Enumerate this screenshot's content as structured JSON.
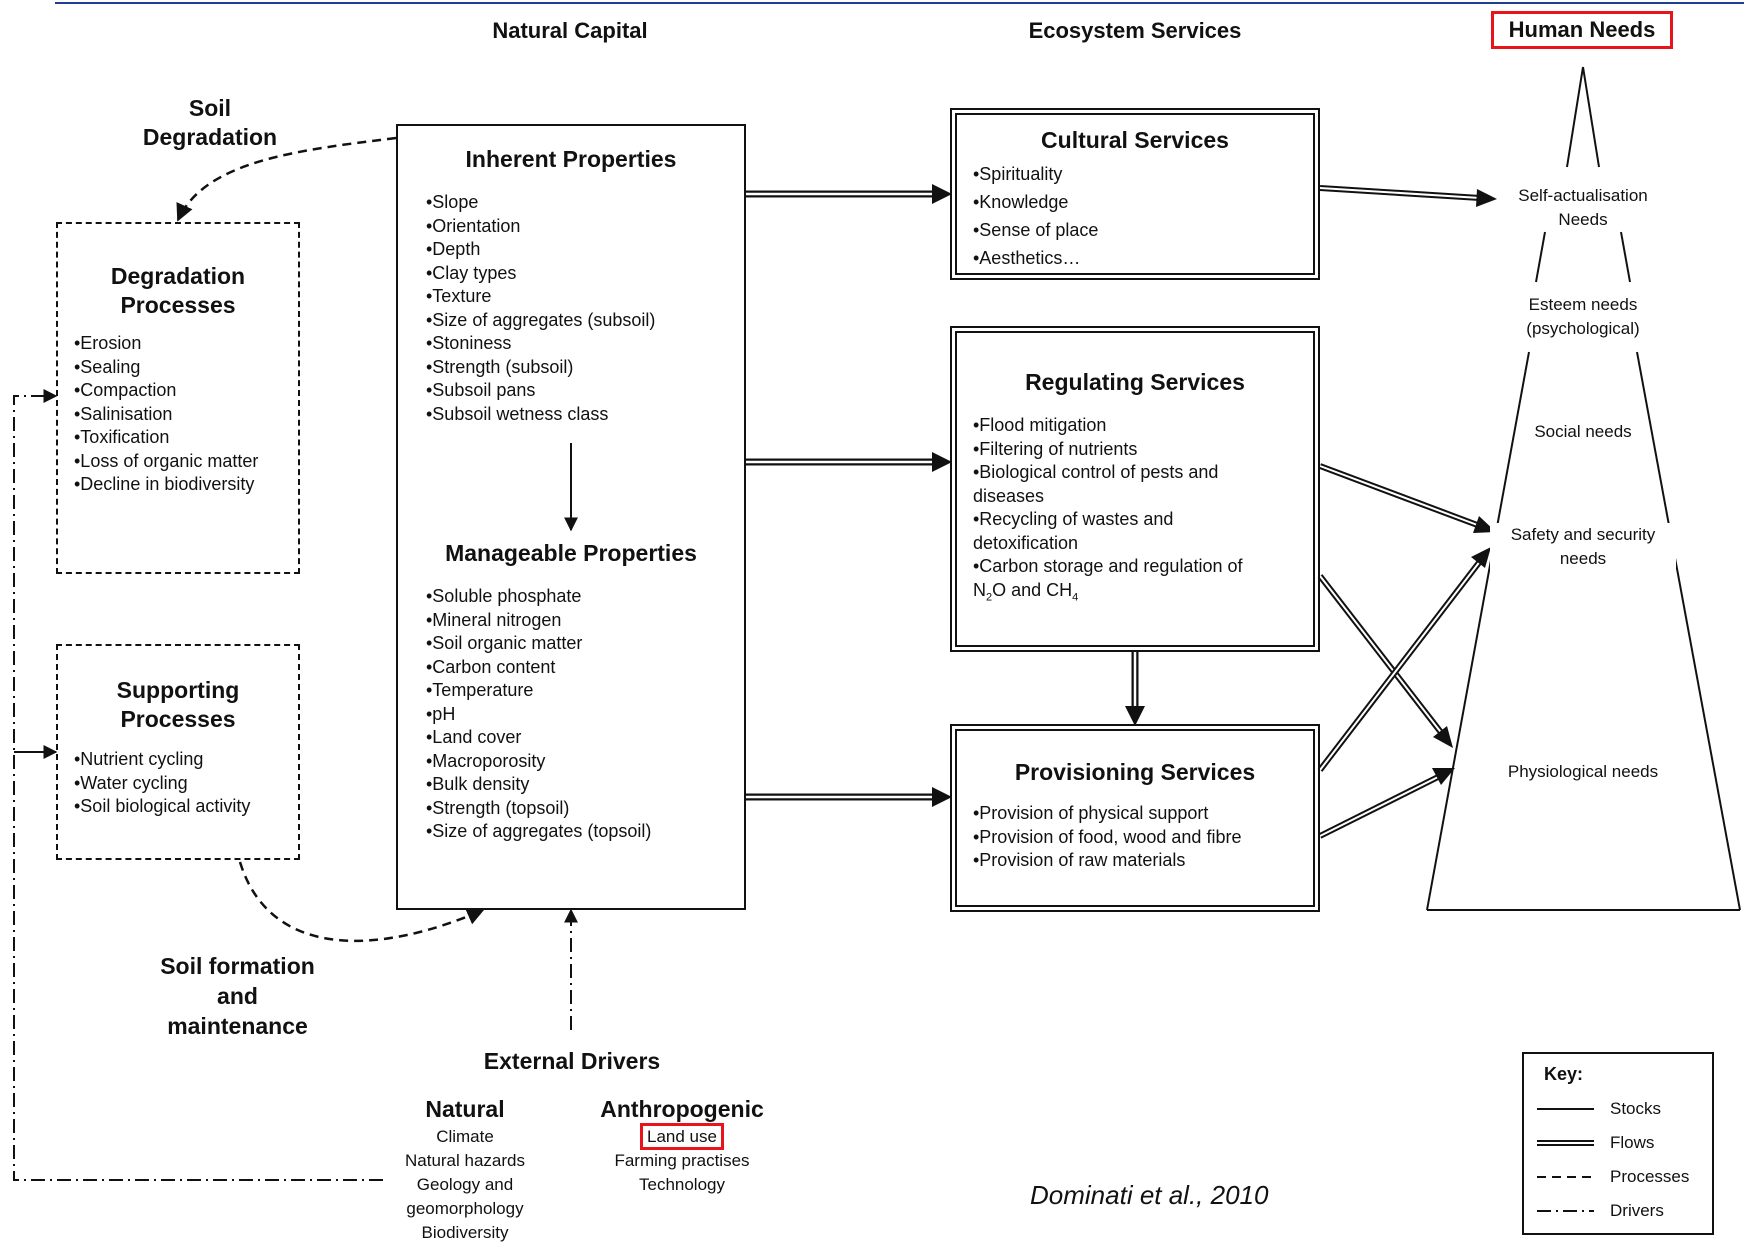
{
  "header": {
    "natural_capital": "Natural Capital",
    "ecosystem_services": "Ecosystem Services",
    "human_needs": "Human Needs"
  },
  "soil_degradation": "Soil\nDegradation",
  "soil_formation": "Soil formation\nand\nmaintenance",
  "degradation_processes": {
    "title": "Degradation\nProcesses",
    "items": [
      "•Erosion",
      "•Sealing",
      "•Compaction",
      "•Salinisation",
      "•Toxification",
      "•Loss of organic matter",
      "•Decline in biodiversity"
    ]
  },
  "supporting_processes": {
    "title": "Supporting\nProcesses",
    "items": [
      "•Nutrient cycling",
      "•Water cycling",
      "•Soil biological activity"
    ]
  },
  "inherent_properties": {
    "title": "Inherent Properties",
    "items": [
      "•Slope",
      "•Orientation",
      "•Depth",
      "•Clay types",
      "•Texture",
      "•Size of aggregates (subsoil)",
      "•Stoniness",
      "•Strength (subsoil)",
      "•Subsoil pans",
      "•Subsoil wetness class"
    ]
  },
  "manageable_properties": {
    "title": "Manageable Properties",
    "items": [
      "•Soluble phosphate",
      "•Mineral nitrogen",
      "•Soil organic matter",
      "•Carbon content",
      "•Temperature",
      "•pH",
      "•Land cover",
      "•Macroporosity",
      "•Bulk density",
      "•Strength (topsoil)",
      "•Size of aggregates (topsoil)"
    ]
  },
  "cultural_services": {
    "title": "Cultural Services",
    "items": [
      "•Spirituality",
      "•Knowledge",
      "•Sense of place",
      "•Aesthetics…"
    ]
  },
  "regulating_services": {
    "title": "Regulating Services",
    "items": [
      "•Flood mitigation",
      "•Filtering of nutrients",
      "•Biological control of pests and",
      "diseases",
      "•Recycling of wastes and",
      "detoxification"
    ],
    "carbon_line": {
      "prefix": "•Carbon storage and regulation of",
      "n": "N",
      "n_sub": "2",
      "mid": "O and CH",
      "ch_sub": "4"
    }
  },
  "provisioning_services": {
    "title": "Provisioning Services",
    "items": [
      "•Provision of physical support",
      "•Provision of food, wood and fibre",
      "•Provision of raw materials"
    ]
  },
  "pyramid": {
    "self_actualisation": "Self-actualisation\nNeeds",
    "esteem": "Esteem needs\n(psychological)",
    "social": "Social needs",
    "safety": "Safety and security\nneeds",
    "physiological": "Physiological needs"
  },
  "external_drivers": {
    "title": "External Drivers",
    "natural_title": "Natural",
    "natural_items": [
      "Climate",
      "Natural hazards",
      "Geology and",
      "geomorphology",
      "Biodiversity"
    ],
    "anthropogenic_title": "Anthropogenic",
    "anthropogenic_items": [
      "Land use",
      "Farming practises",
      "Technology"
    ]
  },
  "citation": "Dominati et al., 2010",
  "key": {
    "title": "Key:",
    "stocks": "Stocks",
    "flows": "Flows",
    "processes": "Processes",
    "drivers": "Drivers"
  },
  "colors": {
    "highlight": "#e8141c",
    "top_rule": "#1f3f8f",
    "ink": "#111111"
  }
}
